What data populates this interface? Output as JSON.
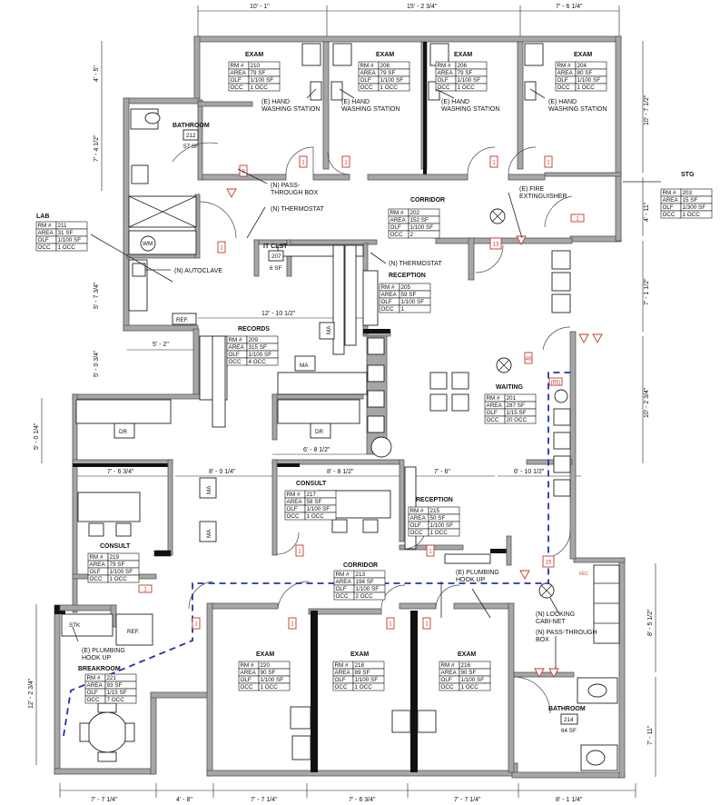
{
  "dimensions": {
    "top": [
      "10' - 1\"",
      "15' - 2 3/4\"",
      "7' - 6 1/4\""
    ],
    "left": [
      "4' - 5\"",
      "7' - 4 1/2\"",
      "5' - 7 3/4\"",
      "5' - 0 3/4\"",
      "5' - 0 1/4\"",
      "12' - 2 3/4\""
    ],
    "right": [
      "10' - 7 1/2\"",
      "4' - 11\"",
      "7' - 1 1/2\"",
      "10' - 2 3/4\"",
      "8' - 5 1/2\"",
      "7' - 11\""
    ],
    "bottom": [
      "7' - 7 1/4\"",
      "4' - 8\"",
      "7' - 7 1/4\"",
      "7' - 6 3/4\"",
      "7' - 7 1/4\"",
      "8' - 1 1/4\""
    ],
    "inner": [
      "12' - 10 1/2\"",
      "5' - 2\"",
      "6' - 8 1/2\"",
      "7' - 6 3/4\"",
      "8' - 0 1/4\"",
      "8' - 8 1/2\"",
      "7' - 6\"",
      "6' - 10 1/2\""
    ]
  },
  "room_tables": [
    {
      "name": "EXAM",
      "rm": "210",
      "area": "79 SF",
      "olf": "1/100 SF",
      "occ": "1 OCC"
    },
    {
      "name": "EXAM",
      "rm": "206",
      "area": "79 SF",
      "olf": "1/100 SF",
      "occ": "1 OCC"
    },
    {
      "name": "EXAM",
      "rm": "206",
      "area": "79 SF",
      "olf": "1/100 SF",
      "occ": "1 OCC"
    },
    {
      "name": "EXAM",
      "rm": "204",
      "area": "80 SF",
      "olf": "1/100 SF",
      "occ": "1 OCC"
    },
    {
      "name": "STG",
      "rm": "203",
      "area": "15 SF",
      "olf": "1/300 SF",
      "occ": "1 OCC"
    },
    {
      "name": "LAB",
      "rm": "211",
      "area": "31 SF",
      "olf": "1/100 SF",
      "occ": "1 OCC"
    },
    {
      "name": "CORRIDOR",
      "rm": "202",
      "area": "152 SF",
      "olf": "1/100 SF",
      "occ": "2"
    },
    {
      "name": "RECEPTION",
      "rm": "205",
      "area": "59 SF",
      "olf": "1/100 SF",
      "occ": "1"
    },
    {
      "name": "RECORDS",
      "rm": "209",
      "area": "315 SF",
      "olf": "1/100 SF",
      "occ": "4 OCC"
    },
    {
      "name": "WAITING",
      "rm": "201",
      "area": "287 SF",
      "olf": "1/15 SF",
      "occ": "20 OCC"
    },
    {
      "name": "CONSULT",
      "rm": "217",
      "area": "58 SF",
      "olf": "1/100 SF",
      "occ": "1 OCC"
    },
    {
      "name": "RECEPTION",
      "rm": "215",
      "area": "50 SF",
      "olf": "1/100 SF",
      "occ": "1 OCC"
    },
    {
      "name": "CONSULT",
      "rm": "219",
      "area": "79 SF",
      "olf": "1/100 SF",
      "occ": "1 OCC"
    },
    {
      "name": "CORRIDOR",
      "rm": "213",
      "area": "194 SF",
      "olf": "1/100 SF",
      "occ": "2 OCC"
    },
    {
      "name": "BREAKROOM",
      "rm": "221",
      "area": "93 SF",
      "olf": "1/15 SF",
      "occ": "7 OCC"
    },
    {
      "name": "EXAM",
      "rm": "220",
      "area": "90 SF",
      "olf": "1/100 SF",
      "occ": "1 OCC"
    },
    {
      "name": "EXAM",
      "rm": "218",
      "area": "89 SF",
      "olf": "1/100 SF",
      "occ": "1 OCC"
    },
    {
      "name": "EXAM",
      "rm": "216",
      "area": "90 SF",
      "olf": "1/100 SF",
      "occ": "1 OCC"
    }
  ],
  "table_labels": {
    "rm": "RM #",
    "area": "AREA",
    "olf": "OLF",
    "occ": "OCC"
  },
  "small_rooms": {
    "bathroom_212": {
      "name": "BATHROOM",
      "num": "212",
      "area": "57 SF"
    },
    "it_closet": {
      "name": "IT CLST",
      "num": "207",
      "area": "6 SF"
    },
    "bathroom_214": {
      "name": "BATHROOM",
      "num": "214",
      "area": "64 SF"
    }
  },
  "notes": {
    "hand_wash": "(E) HAND\nWASHING STATION",
    "pass_box": "(N) PASS-\nTHROUGH BOX",
    "thermostat": "(N) THERMOSTAT",
    "autoclave": "(N) AUTOCLAVE",
    "fire_ext": "(E) FIRE\nEXTINGUISHER",
    "plumbing_1": "(E) PLUMBING\nHOOK UP",
    "plumbing_2": "(E) PLUMBING\nHOOK UP",
    "locking_cab": "(N) LOCKING\nCABI-NET",
    "pass_box_2": "(N) PASS-THROUGH\nBOX"
  },
  "fixtures": {
    "ref": "REF.",
    "ma": "MA",
    "dr": "DR",
    "wm": "WM",
    "stk": "STK",
    "fec": "FEC"
  },
  "exit_counts": [
    "1",
    "1",
    "1",
    "1",
    "1",
    "13",
    "48",
    "(65)",
    "15",
    "1",
    "1",
    "1",
    "1",
    "1",
    "1",
    "1",
    "1",
    "3"
  ],
  "colors": {
    "wall": "#a6a6a6",
    "egress": "#2233aa",
    "exit_marker": "#c0392b"
  }
}
